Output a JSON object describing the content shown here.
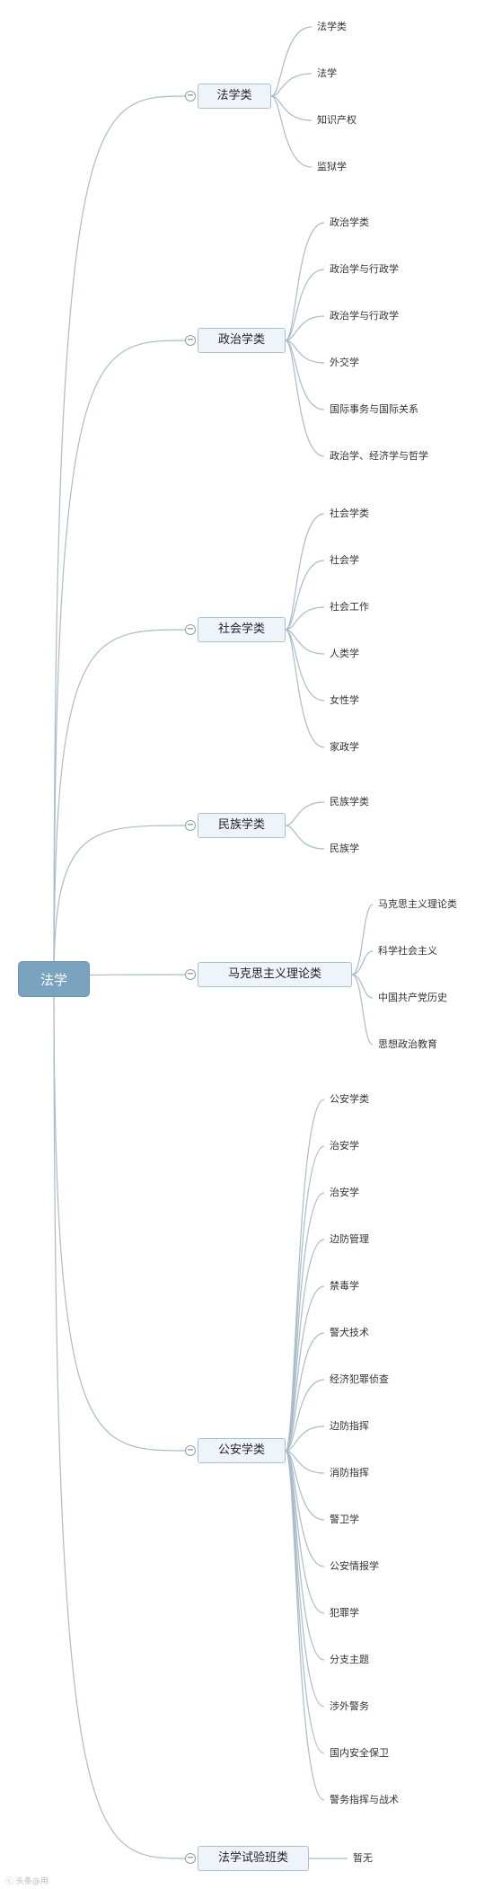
{
  "root": "法学",
  "branches": [
    {
      "label": "法学类",
      "children": [
        "法学类",
        "法学",
        "知识产权",
        "监狱学"
      ]
    },
    {
      "label": "政治学类",
      "children": [
        "政治学类",
        "政治学与行政学",
        "政治学与行政学",
        "外交学",
        "国际事务与国际关系",
        "政治学、经济学与哲学"
      ]
    },
    {
      "label": "社会学类",
      "children": [
        "社会学类",
        "社会学",
        "社会工作",
        "人类学",
        "女性学",
        "家政学"
      ]
    },
    {
      "label": "民族学类",
      "children": [
        "民族学类",
        "民族学"
      ]
    },
    {
      "label": "马克思主义理论类",
      "children": [
        "马克思主义理论类",
        "科学社会主义",
        "中国共产党历史",
        "思想政治教育"
      ]
    },
    {
      "label": "公安学类",
      "children": [
        "公安学类",
        "治安学",
        "治安学",
        "边防管理",
        "禁毒学",
        "警犬技术",
        "经济犯罪侦查",
        "边防指挥",
        "消防指挥",
        "警卫学",
        "公安情报学",
        "犯罪学",
        "分支主题",
        "涉外警务",
        "国内安全保卫",
        "警务指挥与战术"
      ]
    },
    {
      "label": "法学试验班类",
      "children": [
        "暂无"
      ]
    }
  ],
  "collapse_symbol": "−",
  "watermark": "ⓒ 头条@用",
  "colors": {
    "line": "#a9bcc9",
    "root_bg": "#7aa3bf",
    "branch_bg": "#eef4f9",
    "branch_border": "#a7c1d3"
  }
}
